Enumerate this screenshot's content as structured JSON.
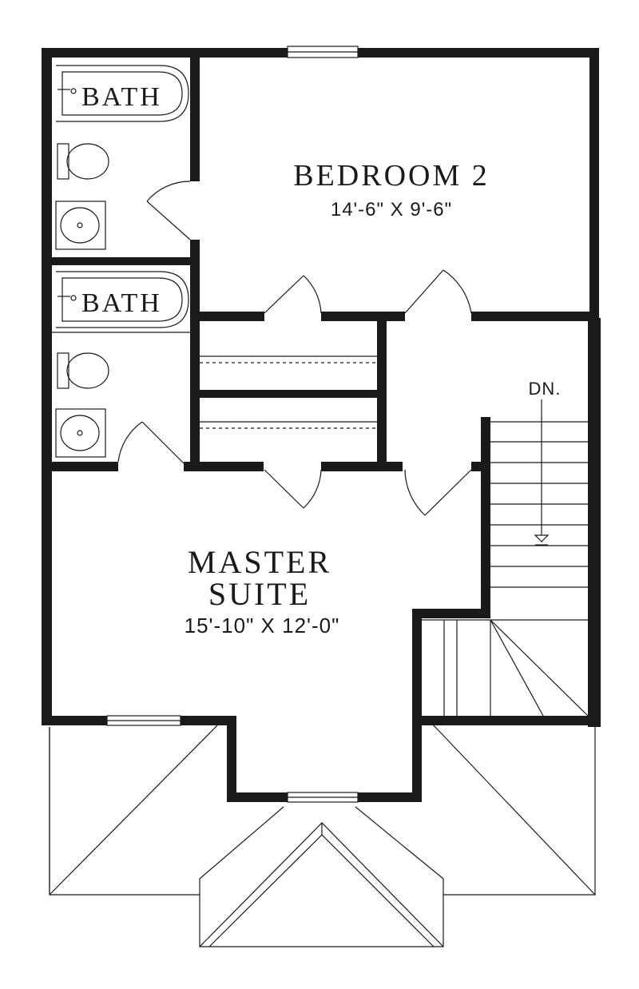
{
  "rooms": {
    "bath_upper": {
      "name": "BATH"
    },
    "bath_lower": {
      "name": "BATH"
    },
    "bedroom2": {
      "name": "BEDROOM 2",
      "dims": "14'-6\" X 9'-6\""
    },
    "master": {
      "name_line1": "MASTER",
      "name_line2": "SUITE",
      "dims": "15'-10\" X 12'-0\""
    }
  },
  "stairs": {
    "label": "DN."
  },
  "colors": {
    "ink": "#1a1a1a",
    "paper": "#ffffff"
  }
}
